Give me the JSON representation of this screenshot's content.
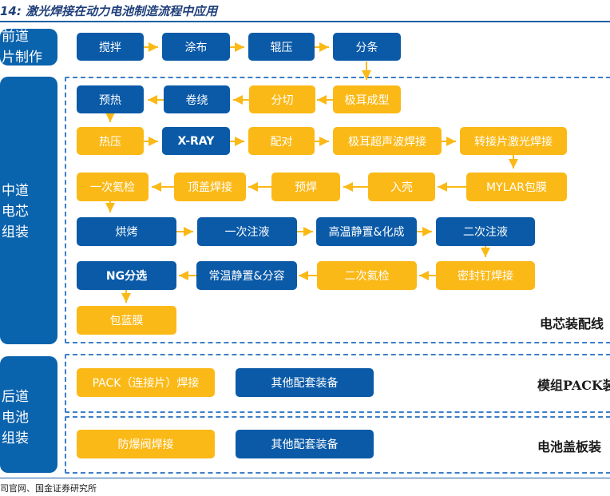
{
  "title": "14: 激光焊接在动力电池制造流程中应用",
  "source": "司官网、国金证券研究所",
  "stages": {
    "front": "前道\n片制作",
    "middle": "中道\n电芯\n组装",
    "back": "后道\n电池\n组装"
  },
  "nodes": {
    "stir": "搅拌",
    "coat": "涂布",
    "roll": "辊压",
    "slit": "分条",
    "tab_form": "极耳成型",
    "cut": "分切",
    "wind": "卷绕",
    "preheat": "预热",
    "hot_press": "热压",
    "xray": "X-RAY",
    "pair": "配对",
    "tab_ultra": "极耳超声波焊接",
    "adapter_laser": "转接片激光焊接",
    "mylar": "MYLAR包膜",
    "shell": "入壳",
    "pre_weld": "预焊",
    "top_cap": "顶盖焊接",
    "he1": "一次氦检",
    "bake": "烘烤",
    "fill1": "一次注液",
    "hightemp": "高温静置&化成",
    "fill2": "二次注液",
    "seal_nail": "密封钉焊接",
    "he2": "二次氦检",
    "rt_grade": "常温静置&分容",
    "ng_sort": "NG分选",
    "blue_film": "包蓝膜",
    "pack_weld": "PACK（连接片）焊接",
    "other1": "其他配套装备",
    "vent_weld": "防爆阀焊接",
    "other2": "其他配套装备"
  },
  "line_labels": {
    "cell_line": "电芯装配线",
    "module_line": "模组PACK装",
    "cover_line": "电池盖板装"
  },
  "colors": {
    "blue": "#0a5aa8",
    "yellow": "#fbb917",
    "stage_blue": "#0a63ad",
    "dash": "#3b7fc8"
  }
}
